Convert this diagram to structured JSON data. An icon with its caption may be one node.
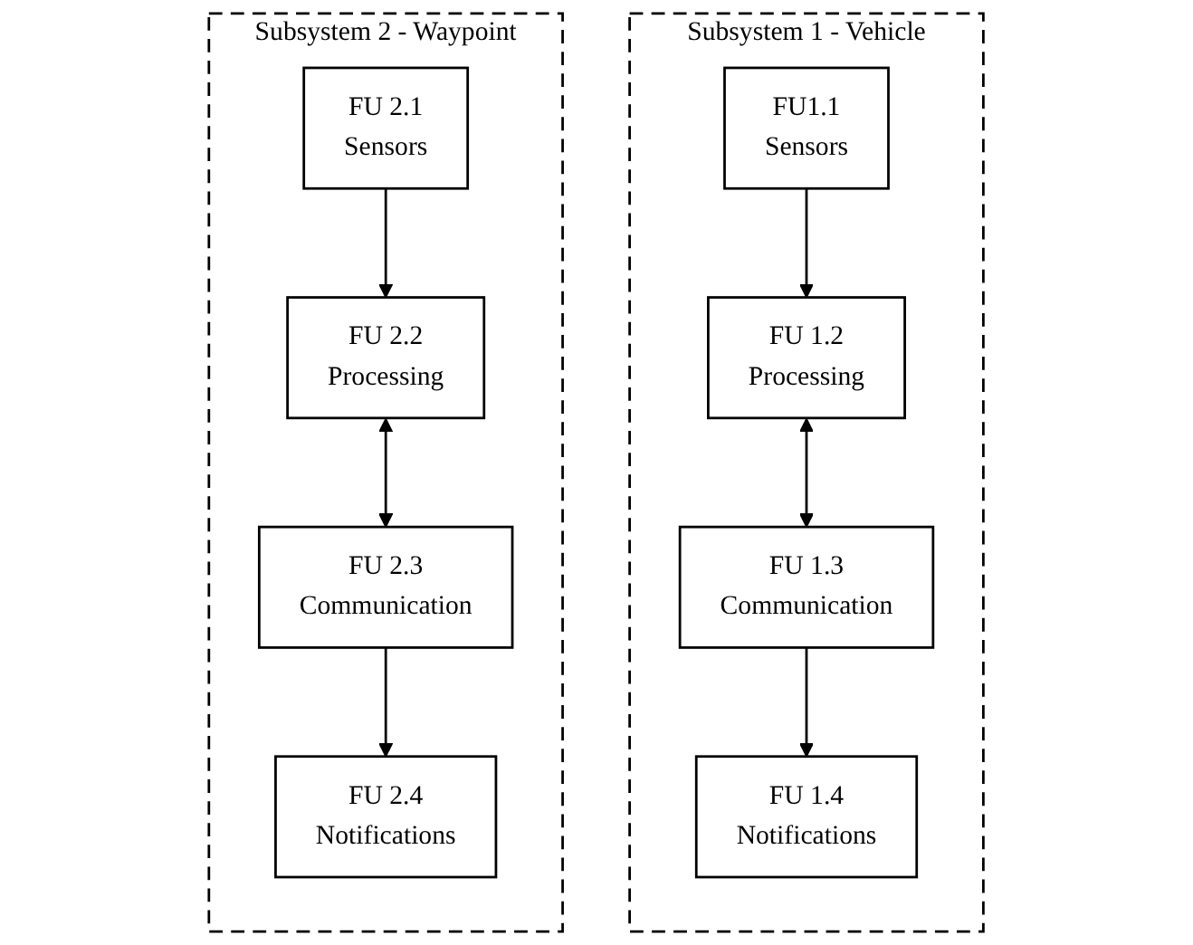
{
  "diagram": {
    "nodes": [
      {
        "text": [
          "Subsystem 1 - Vehicle"
        ]
      },
      {
        "text": [
          "FU1.1",
          "Sensors"
        ],
        "in": 0
      },
      {
        "text": [
          "FU 1.2",
          "Processing"
        ],
        "in": 0
      },
      {
        "text": [
          "FU 1.3",
          "Communication"
        ],
        "in": 0
      },
      {
        "text": [
          "FU 1.4",
          "Notifications"
        ],
        "in": 0
      },
      {
        "text": [
          "Subsystem 2 - Waypoint"
        ]
      },
      {
        "text": [
          "FU 2.1",
          "Sensors"
        ],
        "in": 5
      },
      {
        "text": [
          "FU 2.2",
          "Processing"
        ],
        "in": 5
      },
      {
        "text": [
          "FU 2.3",
          "Communication"
        ],
        "in": 5
      },
      {
        "text": [
          "FU 2.4",
          "Notifications"
        ],
        "in": 5
      }
    ],
    "edges": [
      {
        "from": 1,
        "to": 2,
        "arrow": "to"
      },
      {
        "from": 2,
        "to": 3,
        "arrow": "both"
      },
      {
        "from": 3,
        "to": 4,
        "arrow": "to"
      },
      {
        "from": 6,
        "to": 7,
        "arrow": "to"
      },
      {
        "from": 7,
        "to": 8,
        "arrow": "both"
      },
      {
        "from": 8,
        "to": 9,
        "arrow": "to"
      }
    ]
  }
}
